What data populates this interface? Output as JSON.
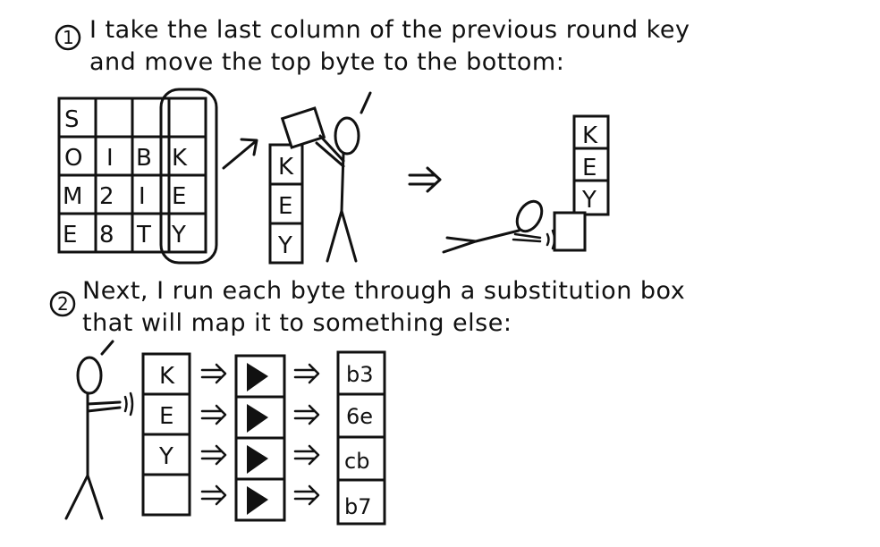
{
  "step1": {
    "number": "1",
    "line1": "I take the last column of the previous round key",
    "line2": "and move the top byte to the bottom:"
  },
  "grid": [
    [
      "S",
      "",
      "",
      ""
    ],
    [
      "O",
      "I",
      "B",
      "K"
    ],
    [
      "M",
      "2",
      "I",
      "E"
    ],
    [
      "E",
      "8",
      "T",
      "Y"
    ]
  ],
  "held_column": [
    "K",
    "E",
    "Y"
  ],
  "result_column": [
    "K",
    "E",
    "Y"
  ],
  "step2": {
    "number": "2",
    "line1": "Next, I run each byte through a substitution box",
    "line2": "that will map it to something else:"
  },
  "sbox_inputs": [
    "K",
    "E",
    "Y",
    ""
  ],
  "sbox_outputs": [
    "b3",
    "6e",
    "cb",
    "b7"
  ]
}
